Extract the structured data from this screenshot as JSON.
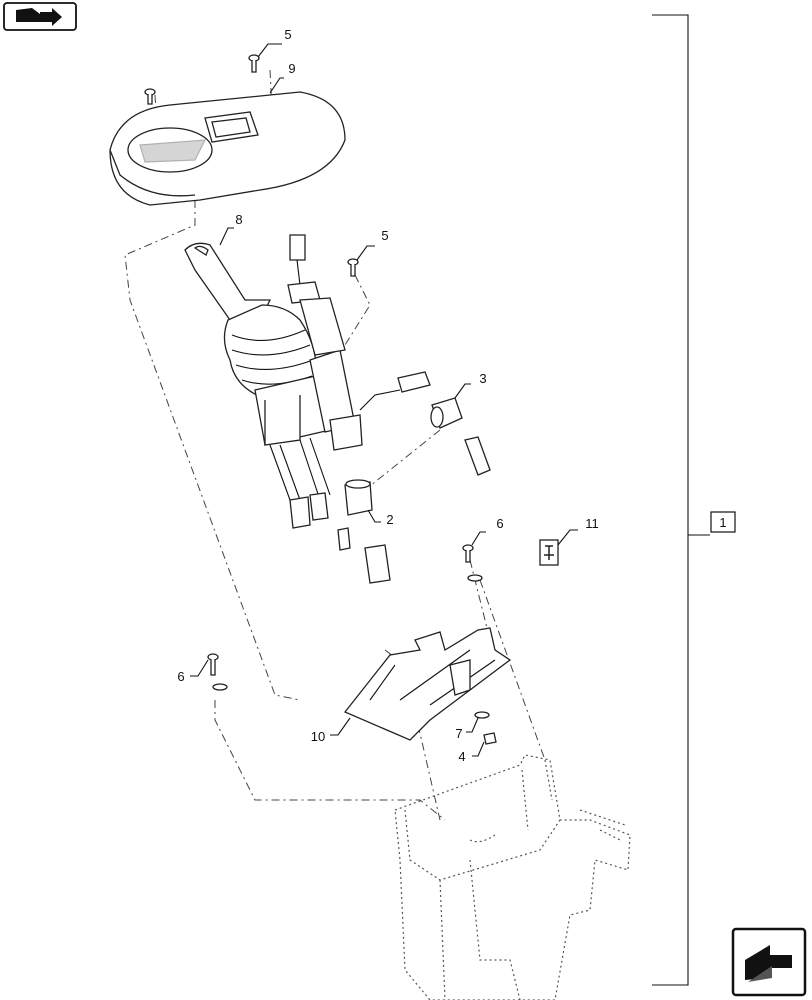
{
  "callouts": {
    "c1": "1",
    "c2": "2",
    "c3": "3",
    "c4": "4",
    "c5a": "5",
    "c5b": "5",
    "c6a": "6",
    "c6b": "6",
    "c7": "7",
    "c8": "8",
    "c9": "9",
    "c10": "10",
    "c11": "11"
  },
  "icons": {
    "top_left": "book-arrow-icon",
    "bottom_right": "next-page-arrow-icon"
  }
}
